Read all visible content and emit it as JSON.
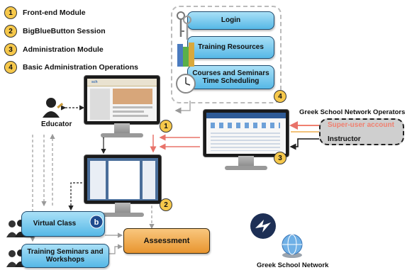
{
  "legend": [
    {
      "number": "1",
      "text": "Front-end Module"
    },
    {
      "number": "2",
      "text": "BigBlueButton Session"
    },
    {
      "number": "3",
      "text": "Administration Module"
    },
    {
      "number": "4",
      "text": "Basic Administration Operations"
    }
  ],
  "admin_ops": {
    "login": "Login",
    "training_resources": "Training Resources",
    "courses_scheduling": "Courses and Seminars Time Scheduling",
    "badge": "4"
  },
  "actors": {
    "educator": "Educator"
  },
  "monitors": {
    "frontend_badge": "1",
    "bbb_badge": "2",
    "admin_badge": "3",
    "frontend_screen_logo": "sch"
  },
  "operators": {
    "title": "Greek School Network Operators",
    "super_user": "Super-user account",
    "second_account": "",
    "instructor": "Instructor"
  },
  "boxes": {
    "virtual_class": "Virtual Class",
    "training_seminars": "Training Seminars and Workshops",
    "assessment": "Assessment"
  },
  "network": {
    "label": "Greek School Network"
  },
  "colors": {
    "badge": "#f6c84b",
    "blue_box": "#56b8e6",
    "orange_box": "#e8952f",
    "super_user": "#f08070",
    "second_account": "#f2c27a"
  }
}
